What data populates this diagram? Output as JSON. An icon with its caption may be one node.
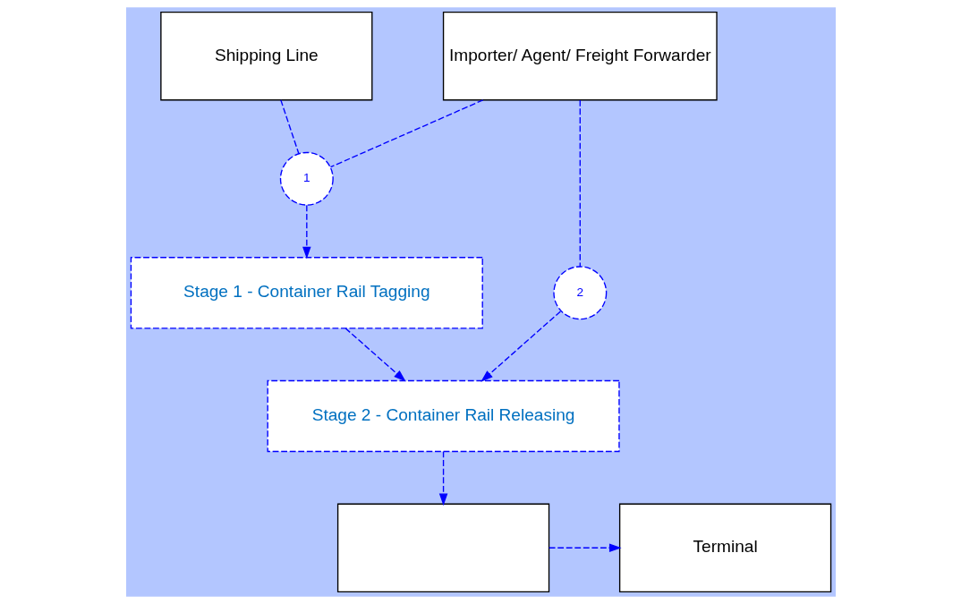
{
  "diagram": {
    "nodes": [
      {
        "text": [
          "Shipping Line"
        ]
      },
      {
        "text": [
          "Importer/ Agent/ Freight Forwarder"
        ]
      },
      {
        "text": [
          "1"
        ]
      },
      {
        "text": [
          "Stage 1 - Container Rail Tagging"
        ]
      },
      {
        "text": [
          "2"
        ]
      },
      {
        "text": [
          "Stage 2 - Container Rail Releasing"
        ]
      },
      {
        "text": [],
        "shape": "box"
      },
      {
        "text": [
          "Terminal"
        ]
      }
    ],
    "edges": [
      {
        "from": 0,
        "to": 2,
        "arrow": "none",
        "style": "dashed"
      },
      {
        "from": 1,
        "to": 2,
        "arrow": "none",
        "style": "dashed"
      },
      {
        "from": 2,
        "to": 3,
        "arrow": "to",
        "style": "dashed"
      },
      {
        "from": 1,
        "to": 4,
        "arrow": "none",
        "style": "dashed"
      },
      {
        "from": 3,
        "to": 5,
        "arrow": "to",
        "style": "dashed"
      },
      {
        "from": 4,
        "to": 5,
        "arrow": "to",
        "style": "dashed"
      },
      {
        "from": 5,
        "to": 6,
        "arrow": "to",
        "style": "dashed"
      },
      {
        "from": 6,
        "to": 7,
        "arrow": "to",
        "style": "dashed"
      }
    ]
  }
}
